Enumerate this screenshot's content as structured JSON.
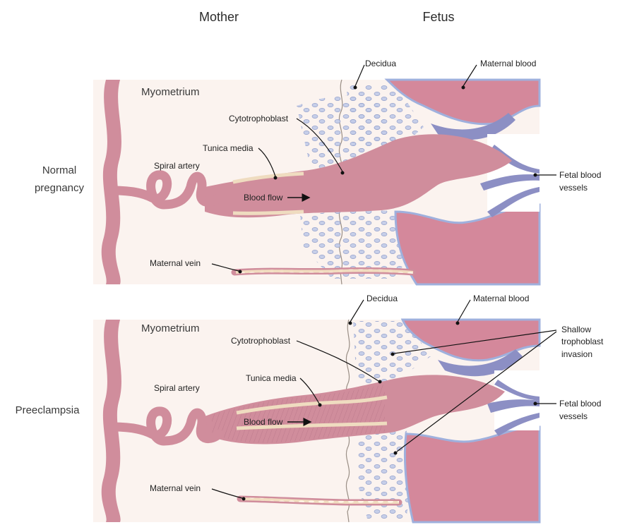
{
  "headers": {
    "mother": "Mother",
    "fetus": "Fetus"
  },
  "panels": [
    {
      "side_label": [
        "Normal",
        "pregnancy"
      ],
      "myometrium": "Myometrium",
      "decidua": "Decidua",
      "maternal_blood": "Maternal blood",
      "cytotrophoblast": "Cytotrophoblast",
      "tunica_media": "Tunica media",
      "spiral_artery": "Spiral artery",
      "blood_flow": "Blood flow",
      "maternal_vein": "Maternal vein",
      "fetal_vessels": [
        "Fetal blood",
        "vessels"
      ]
    },
    {
      "side_label": [
        "Preeclampsia"
      ],
      "myometrium": "Myometrium",
      "decidua": "Decidua",
      "maternal_blood": "Maternal blood",
      "cytotrophoblast": "Cytotrophoblast",
      "tunica_media": "Tunica media",
      "spiral_artery": "Spiral artery",
      "blood_flow": "Blood flow",
      "maternal_vein": "Maternal vein",
      "fetal_vessels": [
        "Fetal blood",
        "vessels"
      ],
      "shallow_invasion": [
        "Shallow",
        "trophoblast",
        "invasion"
      ]
    }
  ],
  "colors": {
    "myometrium_bg": "#fbf3ef",
    "decidua_bg": "#fbf3f1",
    "artery": "#d08d9c",
    "artery_dark": "#b8788a",
    "maternal_blood": "#d4889b",
    "cells": "#b8c3e3",
    "cell_outline": "#8e9cc9",
    "fetal_vessel": "#8c8fc4",
    "tunica": "#efdcc0"
  }
}
